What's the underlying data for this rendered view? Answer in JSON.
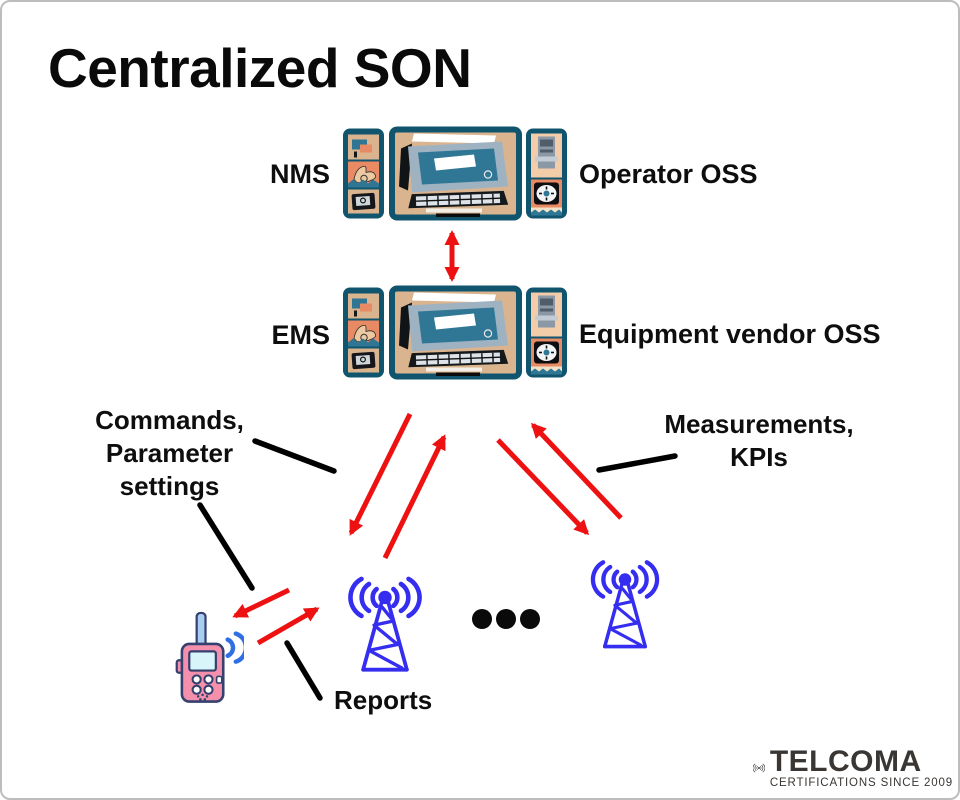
{
  "title": "Centralized SON",
  "nms": {
    "label": "NMS",
    "oss_label": "Operator OSS",
    "icon": "desktop-computer-icon"
  },
  "ems": {
    "label": "EMS",
    "oss_label": "Equipment vendor OSS",
    "icon": "desktop-computer-icon"
  },
  "annotations": {
    "commands": {
      "line1": "Commands,",
      "line2": "Parameter",
      "line3": "settings"
    },
    "measurements": {
      "line1": "Measurements,",
      "line2": "KPIs"
    },
    "reports": "Reports"
  },
  "network": {
    "base_station_icon": "radio-tower-icon",
    "base_station_count": 2,
    "ellipsis_dots": 3,
    "terminal_icon": "walkie-talkie-icon"
  },
  "logo": {
    "brand": "TELCOMA",
    "tagline": "CERTIFICATIONS SINCE 2009",
    "icon": "radio-waves-icon"
  },
  "colors": {
    "arrow_red": "#ee1111",
    "tower_blue": "#352df0",
    "phone_pink": "#f590ac",
    "phone_outline": "#35406e",
    "wave_blue": "#2f6fe3",
    "clipart_teal": "#10546e",
    "clipart_tan": "#d9b48e",
    "clipart_salmon": "#e88a64",
    "logo_gray": "#3a3633",
    "page_border": "#bdbdbd"
  }
}
